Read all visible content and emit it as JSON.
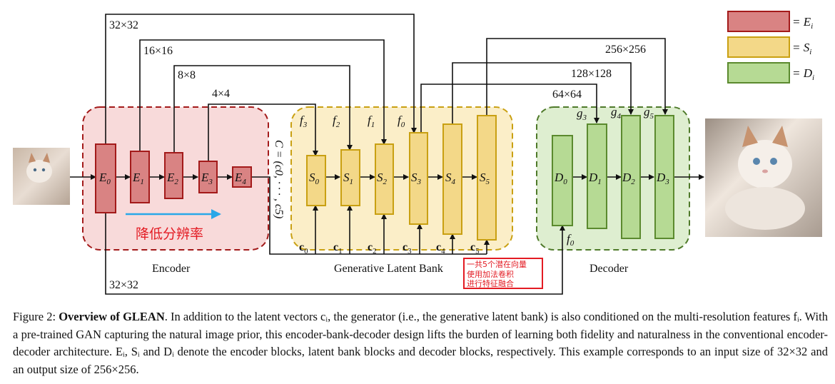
{
  "encoder": {
    "title": "Encoder",
    "blocks": [
      "E",
      "E",
      "E",
      "E",
      "E"
    ],
    "block_subs": [
      "0",
      "1",
      "2",
      "3",
      "4"
    ],
    "arrow_note": "降低分辨率"
  },
  "latent_bank": {
    "title": "Generative Latent Bank",
    "blocks": [
      "S",
      "S",
      "S",
      "S",
      "S",
      "S"
    ],
    "block_subs": [
      "0",
      "1",
      "2",
      "3",
      "4",
      "5"
    ],
    "latent_vectors": [
      "c",
      "c",
      "c",
      "c",
      "c",
      "c"
    ],
    "latent_subs": [
      "0",
      "1",
      "2",
      "3",
      "4",
      "5"
    ],
    "feature_labels": [
      "f",
      "f",
      "f",
      "f"
    ],
    "feature_subs": [
      "3",
      "2",
      "1",
      "0"
    ],
    "latent_set_label": "C = (c0, · · · , c5)"
  },
  "decoder": {
    "title": "Decoder",
    "blocks": [
      "D",
      "D",
      "D",
      "D"
    ],
    "block_subs": [
      "0",
      "1",
      "2",
      "3"
    ],
    "g_labels": [
      "g",
      "g",
      "g"
    ],
    "g_subs": [
      "3",
      "4",
      "5"
    ],
    "f0_label": "f",
    "f0_sub": "0"
  },
  "resolutions": {
    "r32_top": "32×32",
    "r16": "16×16",
    "r8": "8×8",
    "r4": "4×4",
    "r256": "256×256",
    "r128": "128×128",
    "r64": "64×64",
    "r32_bottom": "32×32"
  },
  "legend": [
    {
      "eq": "= E",
      "sub": "i",
      "fill": "#d98383",
      "stroke": "#a31a1a"
    },
    {
      "eq": "= S",
      "sub": "i",
      "fill": "#f3d888",
      "stroke": "#c9a012"
    },
    {
      "eq": "= D",
      "sub": "i",
      "fill": "#b6da94",
      "stroke": "#5b8a2e"
    }
  ],
  "note": [
    "一共5个潜在向量",
    "使用加法卷积",
    "进行特征融合"
  ],
  "caption": {
    "prefix": "Figure 2: ",
    "bold": "Overview of GLEAN",
    "text": ". In addition to the latent vectors cᵢ, the generator (i.e., the generative latent bank) is also conditioned on the multi-resolution features fᵢ. With a pre-trained GAN capturing the natural image prior, this encoder-bank-decoder design lifts the burden of learning both fidelity and naturalness in the conventional encoder-decoder architecture. Eᵢ, Sᵢ and Dᵢ denote the encoder blocks, latent bank blocks and decoder blocks, respectively. This example corresponds to an input size of 32×32 and an output size of 256×256."
  },
  "colors": {
    "encoder_bg": "#f8dada",
    "encoder_border": "#a31a1a",
    "bank_bg": "#fbeec8",
    "bank_border": "#c9a012",
    "decoder_bg": "#deeed0",
    "decoder_border": "#4f7a2a",
    "arrow_blue": "#2aa7e8",
    "note_red": "#e31b23"
  },
  "images": {
    "input": "input-cat-photo",
    "output": "output-cat-photo"
  }
}
